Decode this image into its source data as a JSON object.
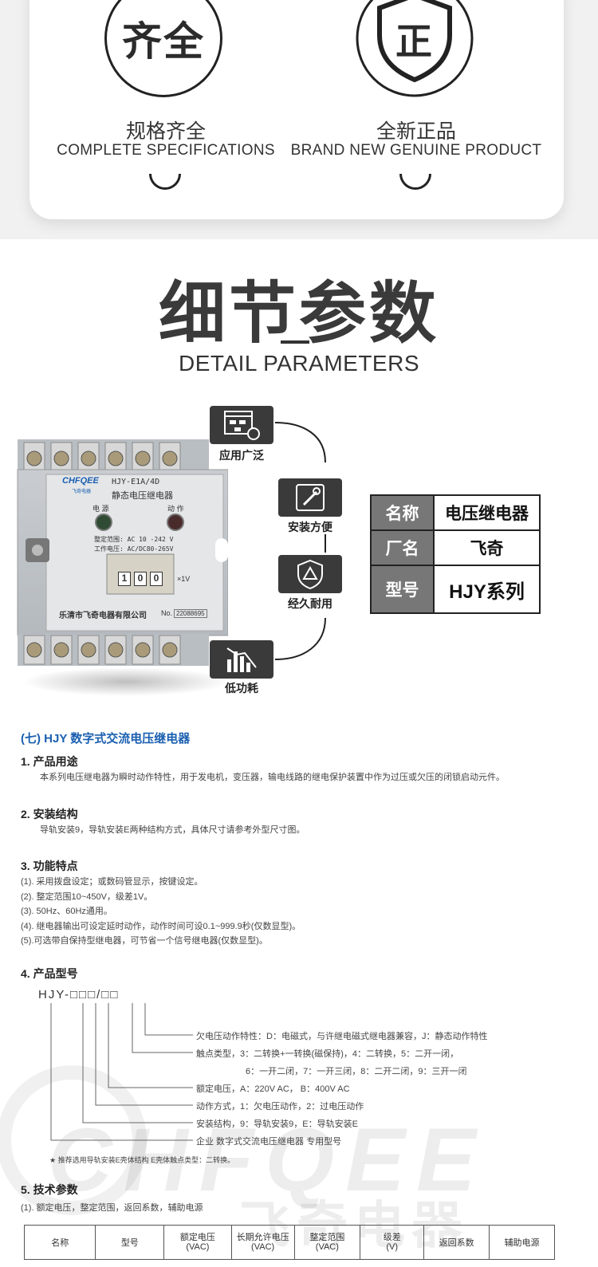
{
  "features": [
    {
      "icon_text": "齐全",
      "cn": "规格齐全",
      "en": "COMPLETE SPECIFICATIONS"
    },
    {
      "icon_text": "正",
      "cn": "全新正品",
      "en": "BRAND NEW GENUINE PRODUCT"
    }
  ],
  "section": {
    "title_cn": "细节参数",
    "title_en": "DETAIL PARAMETERS"
  },
  "relay": {
    "brand": "CHFQEE",
    "brand_sub": "飞奇电器",
    "model": "HJY-E1A/4D",
    "name": "静态电压继电器",
    "power": "电 源",
    "action": "动 作",
    "range": "整定范围: AC 10 -242 V",
    "work_voltage": "工作电压: AC/DC80-265V",
    "digits": [
      "1",
      "0",
      "0"
    ],
    "unit": "×1V",
    "maker": "乐清市飞奇电器有限公司",
    "no_label": "No.",
    "serial": "22088695"
  },
  "feature_tags": [
    "应用广泛",
    "安装方便",
    "经久耐用",
    "低功耗"
  ],
  "spec_table": [
    {
      "key": "名称",
      "value": "电压继电器"
    },
    {
      "key": "厂名",
      "value": "飞奇"
    },
    {
      "key": "型号",
      "value": "HJY系列"
    }
  ],
  "doc": {
    "heading": "(七) HJY 数字式交流电压继电器",
    "s1_title": "1. 产品用途",
    "s1_text": "本系列电压继电器为瞬时动作特性，用于发电机，变压器，输电线路的继电保护装置中作为过压或欠压的闭锁启动元件。",
    "s2_title": "2. 安装结构",
    "s2_text": "导轨安装9，导轨安装E两种结构方式，具体尺寸请参考外型尺寸图。",
    "s3_title": "3. 功能特点",
    "s3_items": [
      "(1). 采用拨盘设定；或数码管显示，按键设定。",
      "(2). 整定范围10~450V，级差1V。",
      "(3). 50Hz、60Hz通用。",
      "(4). 继电器输出可设定延时动作，动作时间可设0.1~999.9秒(仅数显型)。",
      "(5).可选带自保持型继电器，可节省一个信号继电器(仅数显型)。"
    ],
    "s4_title": "4. 产品型号",
    "model_code": "HJY-□□□/□□",
    "model_lines": [
      "欠电压动作特性：D：电磁式，与许继电磁式继电器兼容，J：静态动作特性",
      "触点类型，3：二转换+一转换(磁保持)，4：二转换，5：二开一闭，",
      "6：一开二闭，7：一开三闭，8：二开二闭，9：三开一闭",
      "额定电压，A：220V AC，  B：400V AC",
      "动作方式，1：欠电压动作，2：过电压动作",
      "安装结构，9：导轨安装9，E：导轨安装E",
      "企业 数字式交流电压继电器 专用型号"
    ],
    "note": "★ 推荐选用导轨安装E壳体结构   E壳体触点类型：二转换。",
    "s5_title": "5. 技术参数",
    "s5_sub": "(1). 额定电压，整定范围，返回系数，辅助电源",
    "table_headers": [
      "名称",
      "型号",
      "额定电压\n(VAC)",
      "长期允许电压\n(VAC)",
      "整定范围\n(VAC)",
      "级差\n(V)",
      "返回系数",
      "辅助电源"
    ]
  },
  "watermark": {
    "text_en": "CHFQEE",
    "text_cn": "飞奇电器"
  }
}
